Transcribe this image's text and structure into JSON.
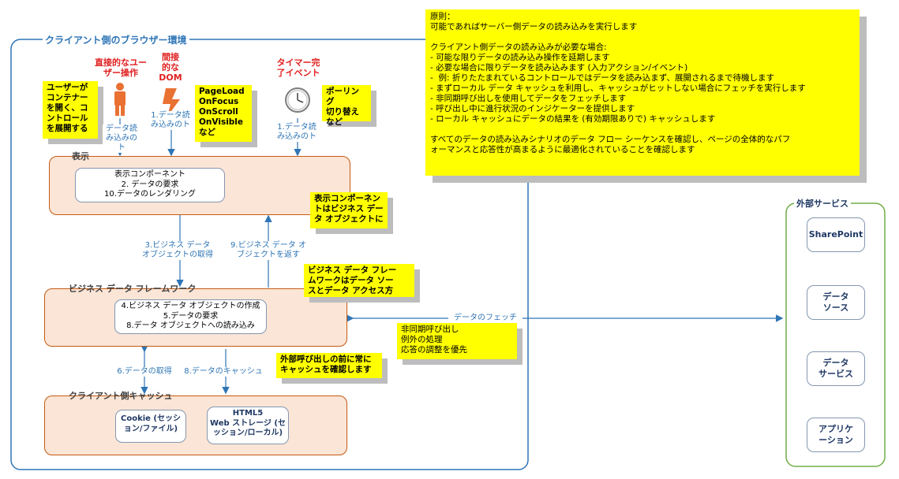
{
  "client_env": {
    "title": "クライアント側のブラウザー環境",
    "triggers": {
      "user_action": [
        "直接的なユー",
        "ザー操作"
      ],
      "dom": [
        "間接",
        "的な",
        "DOM"
      ],
      "timer": [
        "タイマー完",
        "了イベント"
      ]
    },
    "notes": {
      "expand": [
        "ユーザーが",
        "コンテナー",
        "を開く、コ",
        "ントロール",
        "を展開する"
      ],
      "events": [
        "PageLoad",
        "OnFocus",
        "OnScroll",
        "OnVisible",
        "など"
      ],
      "polling": [
        "ポーリング",
        "切り替え",
        "など"
      ],
      "display_note": [
        "表示コンポーネン",
        "トはビジネス デー",
        "タ オブジェクトに"
      ],
      "framework_note": [
        "ビジネス データ フレー",
        "ムワークはデータ ソー",
        "スとデータ アクセス方"
      ],
      "async_note": [
        "非同期呼び出し",
        "例外の処理",
        "応答の調整を優先"
      ],
      "cache_note": [
        "外部呼び出しの前に常に",
        "キャッシュを確認します"
      ]
    },
    "edges": {
      "load1": [
        "データ読",
        "み込みのト"
      ],
      "load2": [
        "1.データ読",
        "み込みのト"
      ],
      "load3": [
        "1.データ読",
        "み込みのト"
      ],
      "get_bo": [
        "3.ビジネス データ",
        "オブジェクトの取得"
      ],
      "return_bo": [
        "9.ビジネス データ オ",
        "ブジェクトを返す"
      ],
      "fetch": "データのフェッチ",
      "cache_get": "6.データの取得",
      "cache_put": "8.データのキャッシュ"
    },
    "display": {
      "label": "表示",
      "inner": [
        "表示コンポーネント",
        "2. データの要求",
        "10.データのレンダリング"
      ]
    },
    "framework": {
      "label": "ビジネス データ フレームワーク",
      "inner": [
        "4.ビジネス データ オブジェクトの作成",
        "5.データの要求",
        "8.データ オブジェクトへの読み込み"
      ]
    },
    "cache": {
      "label": "クライアント側キャッシュ",
      "cookie": [
        "Cookie (セッシ",
        "ョン/ファイル)"
      ],
      "html5": [
        "HTML5",
        "Web ストレージ (セ",
        "ッション/ローカル)"
      ]
    }
  },
  "principles": [
    "原則：",
    "可能であればサーバー側データの読み込みを実行します",
    "",
    "クライアント側データの読み込みが必要な場合:",
    "- 可能な限りデータの読み込み操作を延期します",
    "- 必要な場合に限りデータを読み込みます (入力アクション/イベント)",
    "-  例: 折りたたまれているコントロールではデータを読み込まず、展開されるまで待機します",
    "- まずローカル データ キャッシュを利用し、キャッシュがヒットしない場合にフェッチを実行します",
    "- 非同期呼び出しを使用してデータをフェッチします",
    "- 呼び出し中に進行状況のインジケーターを提供します",
    "- ローカル キャッシュにデータの結果を (有効期限ありで) キャッシュします",
    "",
    "すべてのデータの読み込みシナリオのデータ フロー シーケンスを確認し、ページの全体的なパフ",
    "ォーマンスと応答性が高まるように最適化されていることを確認します"
  ],
  "external": {
    "title": "外部サービス",
    "items": [
      "SharePoint",
      "データ\nソース",
      "データ\nサービス",
      "アプリケ\nーション"
    ]
  },
  "colors": {
    "accent": "#2e75b6",
    "orange": "#c55a11",
    "note": "#ffff00",
    "external": "#70ad47"
  }
}
